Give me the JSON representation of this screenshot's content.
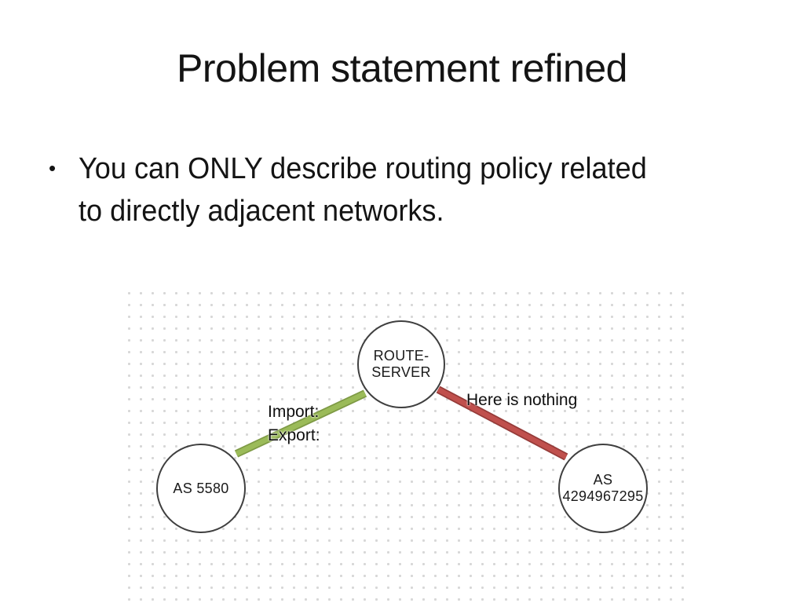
{
  "slide": {
    "title": "Problem statement refined",
    "bullet_marker": "•",
    "bullet_text": "You can ONLY describe routing policy related\nto directly adjacent networks."
  },
  "diagram": {
    "nodes": [
      {
        "id": "route-server",
        "label": "ROUTE-\nSERVER"
      },
      {
        "id": "as-5580",
        "label": "AS 5580"
      },
      {
        "id": "as-4294967295",
        "label": "AS\n4294967295"
      }
    ],
    "edges": [
      {
        "id": "import-export-edge",
        "from": "AS 5580",
        "to": "ROUTE-SERVER",
        "color": "#9bbb59",
        "edge_color": "#7e9a45"
      },
      {
        "id": "here-is-nothing-edge",
        "from": "ROUTE-SERVER",
        "to": "AS 4294967295",
        "color": "#c0504d",
        "edge_color": "#953b39"
      }
    ],
    "labels": [
      {
        "id": "import-label",
        "text": "Import:"
      },
      {
        "id": "export-label",
        "text": "Export:"
      },
      {
        "id": "here-is-nothing-label",
        "text": "Here is nothing"
      }
    ],
    "grid_dot_color": "#d7d7d7"
  }
}
